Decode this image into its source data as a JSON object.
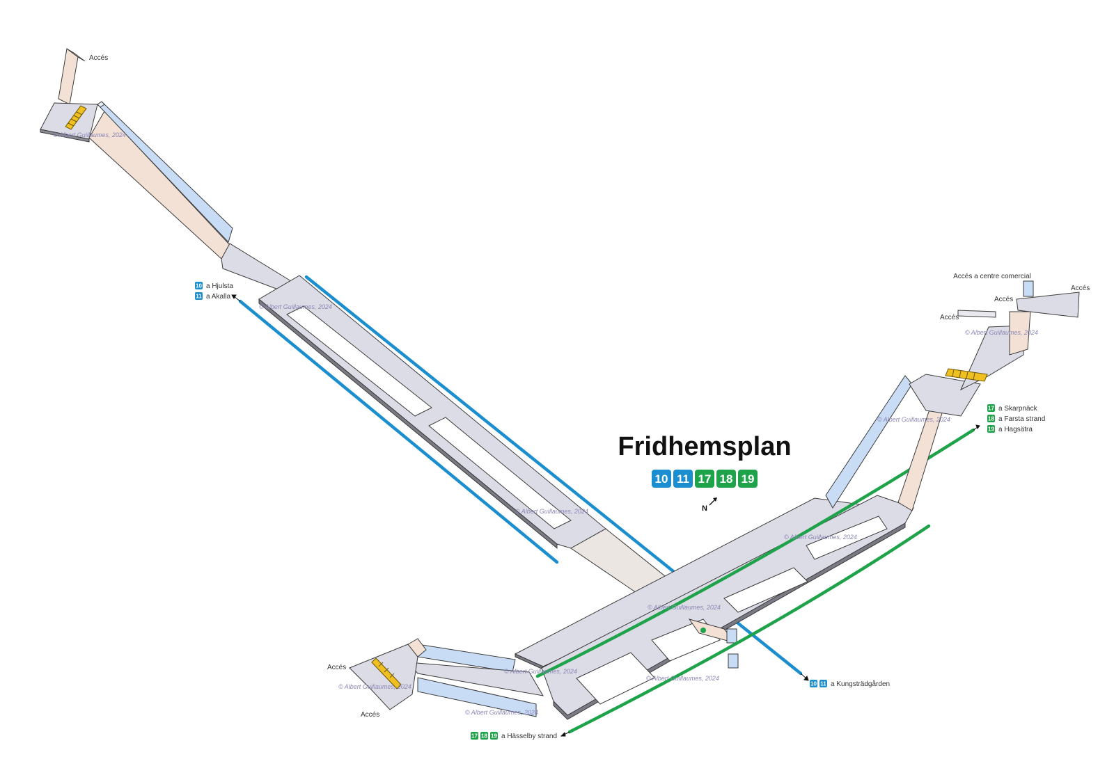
{
  "station": {
    "name": "Fridhemsplan",
    "lines": [
      {
        "num": "10",
        "color": "#1a8ecf"
      },
      {
        "num": "11",
        "color": "#1a8ecf"
      },
      {
        "num": "17",
        "color": "#1fa34a"
      },
      {
        "num": "18",
        "color": "#1fa34a"
      },
      {
        "num": "19",
        "color": "#1fa34a"
      }
    ]
  },
  "north_label": "N",
  "colors": {
    "blue_line": "#1a8ecf",
    "green_line": "#1fa34a",
    "floor": "#dcdce6",
    "wall": "#f3e1d6",
    "glass": "#c9dcf5",
    "stairs": "#f0c020"
  },
  "access_labels": {
    "nw": "Accés",
    "ne_mall": "Accés a centre comercial",
    "ne1": "Accés",
    "ne2": "Accés",
    "ne3": "Accés",
    "sw1": "Accés",
    "sw2": "Accés"
  },
  "directions": {
    "hjulsta": {
      "line": "10",
      "text": "a Hjulsta"
    },
    "akalla": {
      "line": "11",
      "text": "a Akalla"
    },
    "skarpnack": {
      "line": "17",
      "text": "a Skarpnäck"
    },
    "farsta": {
      "line": "18",
      "text": "a Farsta strand"
    },
    "hagsatra": {
      "line": "19",
      "text": "a Hagsätra"
    },
    "kungstradgarden": {
      "lines": [
        "10",
        "11"
      ],
      "text": "a Kungsträdgården"
    },
    "hasselby": {
      "lines": [
        "17",
        "18",
        "19"
      ],
      "text": "a Hässelby strand"
    }
  },
  "watermark": "© Albert Guillaumes, 2024"
}
